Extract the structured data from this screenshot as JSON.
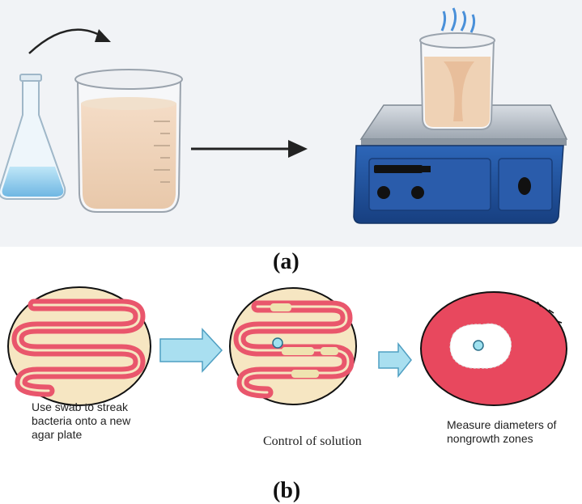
{
  "labels": {
    "panel_a": "(a)",
    "panel_b": "(b)"
  },
  "captions": {
    "step1": "Use swab to streak bacteria onto a new agar plate",
    "step2": "Control of solution",
    "step3": "Measure diameters of nongrowth zones"
  },
  "colors": {
    "panel_bg": "#f1f3f6",
    "agar": "#f6e6c2",
    "streak": "#e9566c",
    "arrow_fill": "#a9dff0",
    "plate_red": "#e8485e",
    "hotplate_blue": "#1f4f9c",
    "liquid": "#efd7bf"
  }
}
